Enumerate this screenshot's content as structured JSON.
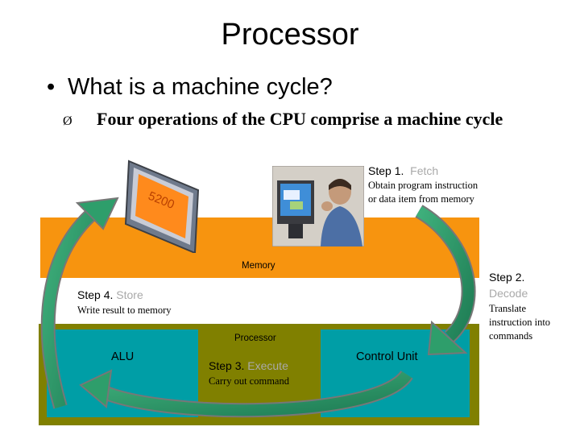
{
  "title": "Processor",
  "bullet": {
    "symbol": "•",
    "text": "What is a machine cycle?"
  },
  "sub": {
    "symbol": "Ø",
    "text": "Four operations of the CPU comprise a machine cycle"
  },
  "memory_label": "Memory",
  "processor_label": "Processor",
  "alu_label": "ALU",
  "control_unit_label": "Control Unit",
  "monitor_text": "5200",
  "steps": {
    "fetch": {
      "prefix": "Step 1.",
      "name": "Fetch",
      "desc": [
        "Obtain program instruction",
        "or data item from memory"
      ]
    },
    "decode": {
      "prefix": "Step 2.",
      "name": "Decode",
      "desc": [
        "Translate",
        "instruction into",
        "commands"
      ]
    },
    "execute": {
      "prefix": "Step 3.",
      "name": "Execute",
      "desc": [
        "Carry out command"
      ]
    },
    "store": {
      "prefix": "Step 4.",
      "name": "Store",
      "desc": [
        "Write result to memory"
      ]
    }
  },
  "colors": {
    "memory": "#f7940f",
    "processor": "#808000",
    "unit": "#009ea6",
    "arrow": "#2e9e6b"
  }
}
